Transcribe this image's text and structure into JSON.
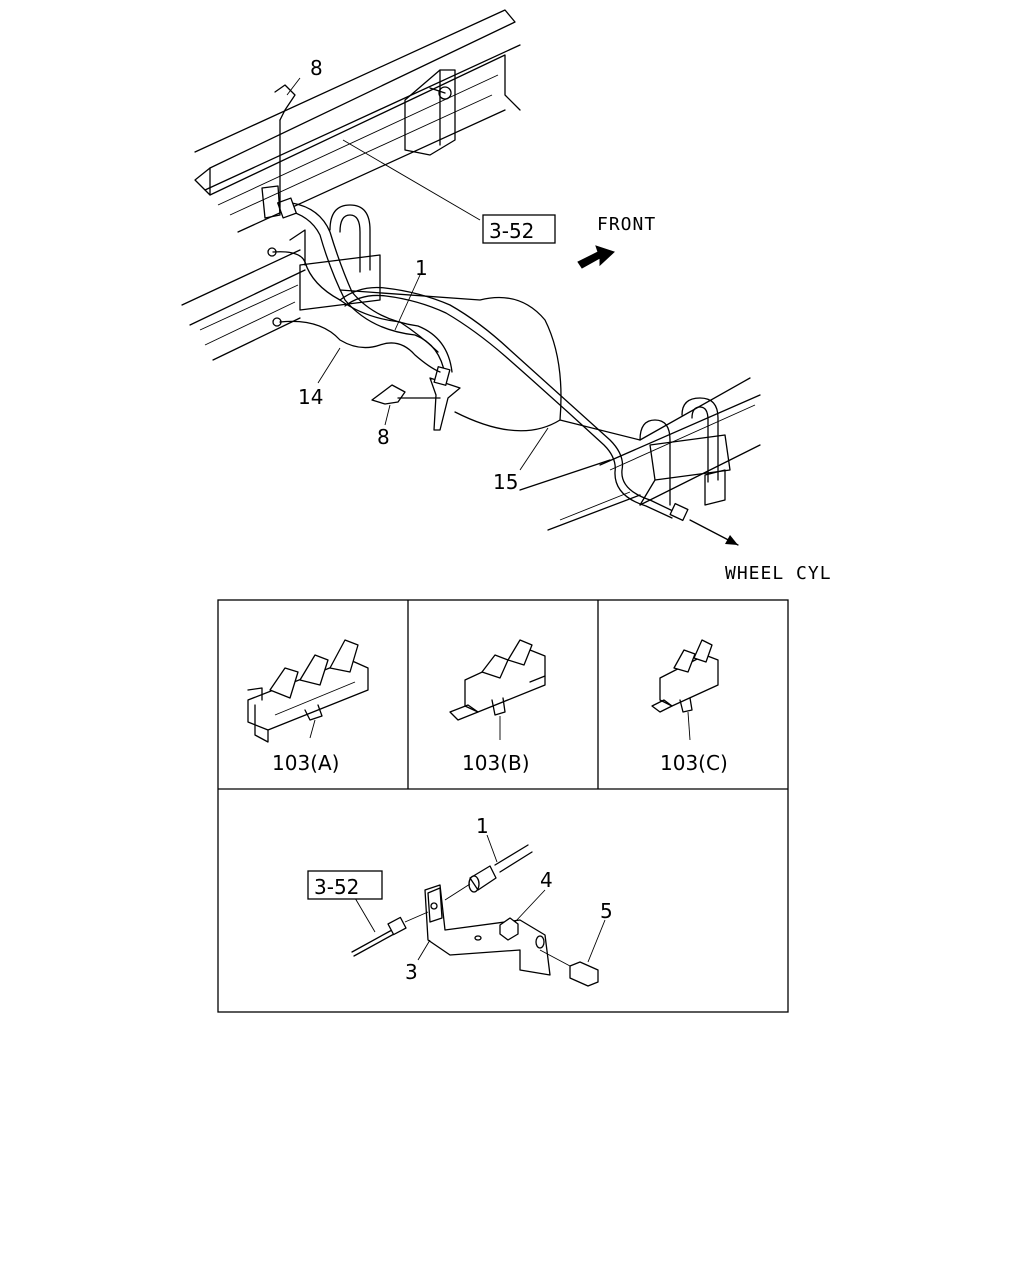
{
  "top_view": {
    "callouts": {
      "clip_top": "8",
      "ref_box": "3-52",
      "front_label": "FRONT",
      "brake_hose": "1",
      "pipe_left": "14",
      "clip_bottom": "8",
      "pipe_right": "15",
      "wheel_cyl_label": "WHEEL CYL"
    }
  },
  "panels": {
    "clip_a": "103(A)",
    "clip_b": "103(B)",
    "clip_c": "103(C)"
  },
  "detail": {
    "ref_box": "3-52",
    "hose": "1",
    "nut": "4",
    "bolt": "5",
    "bracket": "3"
  },
  "colors": {
    "line": "#000000",
    "background": "#ffffff"
  }
}
